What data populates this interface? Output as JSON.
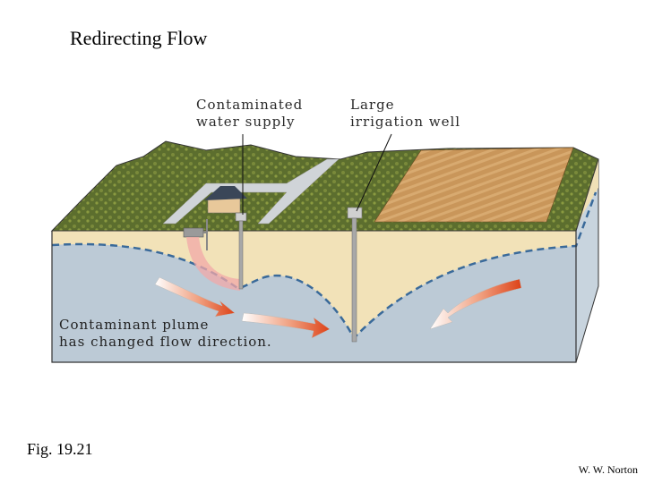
{
  "slide": {
    "title": "Redirecting Flow",
    "figure_label": "Fig. 19.21",
    "credit": "W. W. Norton"
  },
  "diagram": {
    "callouts": {
      "contaminated_supply": [
        "Contaminated",
        "water supply"
      ],
      "irrigation_well": [
        "Large",
        "irrigation well"
      ]
    },
    "annotation": [
      "Contaminant plume",
      "has changed flow direction."
    ],
    "layers": {
      "grass": "vegetated land surface",
      "field": "plowed farm field",
      "unsaturated_zone": "sand (unsaturated)",
      "saturated_zone": "groundwater (saturated)",
      "water_table": "dashed water table line"
    },
    "features": [
      "house",
      "road",
      "contaminated well",
      "septic tank",
      "large irrigation well",
      "cone of depression",
      "contaminant plume"
    ],
    "colors": {
      "grass": "#5f7030",
      "field": "#c9965a",
      "sand": "#f2e2b8",
      "groundwater": "#bccad6",
      "water_table": "#3a6a9a",
      "arrow": "#e04a1e",
      "plume": "#f2a8a8",
      "well": "#a8a8a8"
    }
  }
}
